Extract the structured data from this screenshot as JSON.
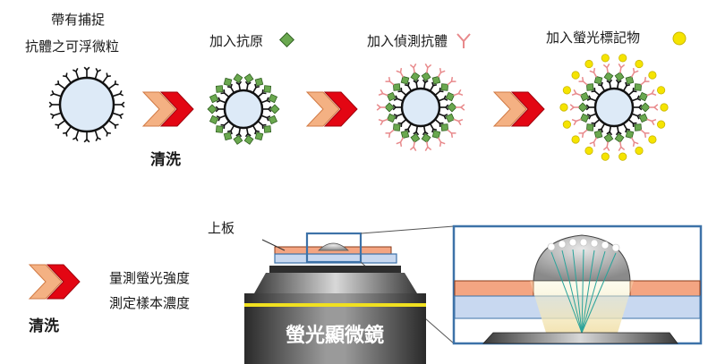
{
  "steps": {
    "bead_line1": "帶有捕捉",
    "bead_line2": "抗體之可浮微粒",
    "add_antigen": "加入抗原",
    "add_detection_antibody": "加入偵測抗體",
    "add_fluorescent_marker": "加入螢光標記物"
  },
  "wash_label_top": "清洗",
  "wash_label_bottom": "清洗",
  "plate_label": "上板",
  "measure": {
    "line1": "量測螢光強度",
    "line2": "測定樣本濃度"
  },
  "microscope_label": "螢光顯微鏡",
  "colors": {
    "antigen": "#6aa84f",
    "detection_antibody": "#e8898b",
    "marker": "#f5e400",
    "chevron_red": "#e30613",
    "chevron_peach": "#f4b183",
    "bead_fill": "#ddeaf7",
    "zoom_border": "#3d72a8",
    "plate_blue": "#c8d8f0",
    "plate_orange": "#f4a582"
  },
  "icons": [
    "antigen-diamond-icon",
    "antibody-y-icon",
    "marker-circle-icon",
    "chevron-arrow-icon"
  ]
}
